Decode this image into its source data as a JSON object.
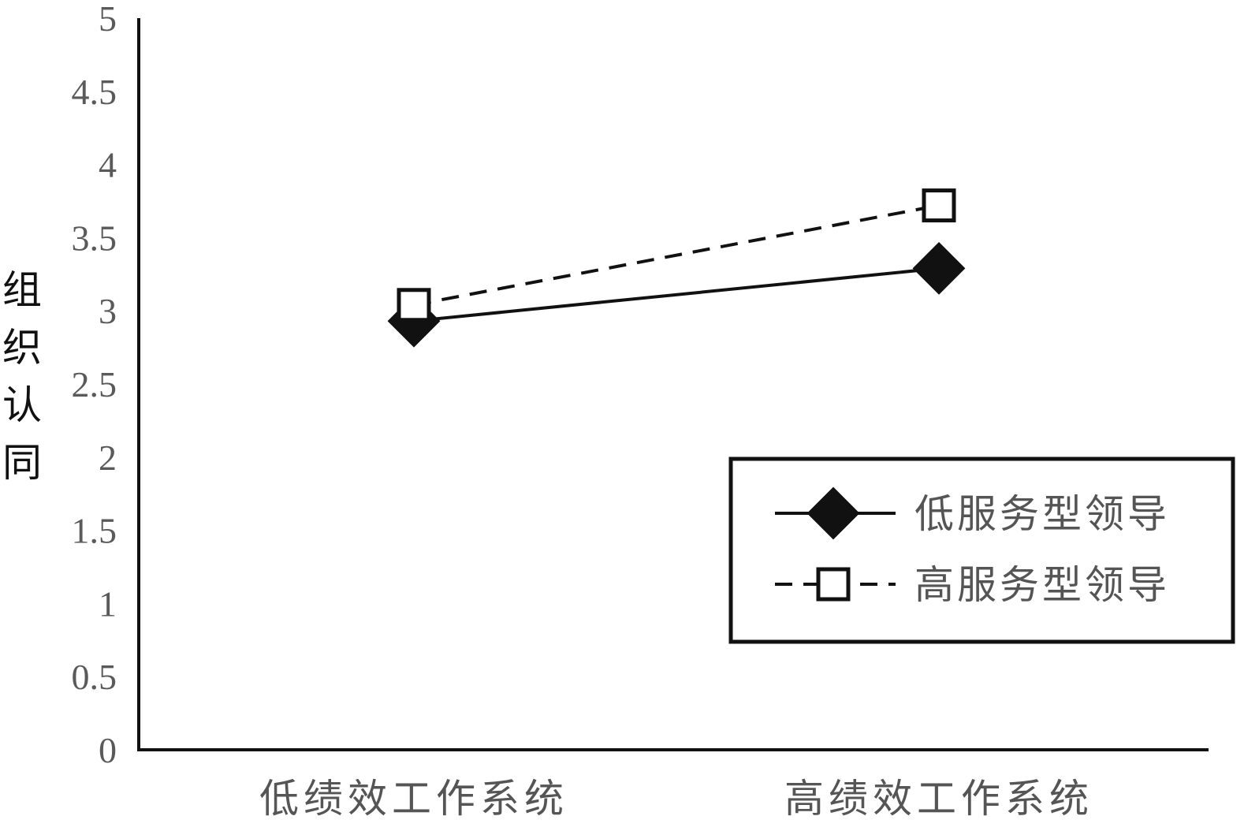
{
  "chart_data": {
    "type": "line",
    "ylabel": "组织认同",
    "xlabel": "",
    "categories": [
      "低绩效工作系统",
      "高绩效工作系统"
    ],
    "ylim": [
      0,
      5
    ],
    "yticks": [
      "0",
      "0.5",
      "1",
      "1.5",
      "2",
      "2.5",
      "3",
      "3.5",
      "4",
      "4.5",
      "5"
    ],
    "grid": false,
    "legend_position": "bottom-right",
    "series": [
      {
        "name": "低服务型领导",
        "values": [
          2.93,
          3.29
        ],
        "marker": "filled-diamond",
        "line_style": "solid",
        "color": "#111111"
      },
      {
        "name": "高服务型领导",
        "values": [
          3.04,
          3.72
        ],
        "marker": "hollow-square",
        "line_style": "dashed",
        "color": "#111111"
      }
    ]
  }
}
